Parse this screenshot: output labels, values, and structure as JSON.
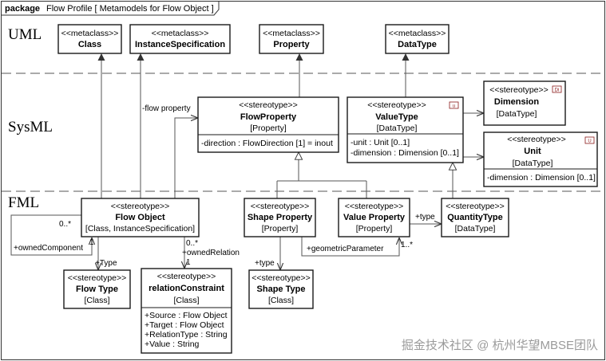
{
  "frame": {
    "keyword": "package",
    "title": "Flow Profile [ Metamodels for Flow Object ]"
  },
  "layers": {
    "uml": "UML",
    "sysml": "SysML",
    "fml": "FML"
  },
  "elements": {
    "mc_class": {
      "stereotype": "<<metaclass>>",
      "name": "Class"
    },
    "mc_instance": {
      "stereotype": "<<metaclass>>",
      "name": "InstanceSpecification"
    },
    "mc_property": {
      "stereotype": "<<metaclass>>",
      "name": "Property"
    },
    "mc_datatype": {
      "stereotype": "<<metaclass>>",
      "name": "DataType"
    },
    "flow_property": {
      "stereotype": "<<stereotype>>",
      "name": "FlowProperty",
      "type": "[Property]",
      "attributes": [
        "-direction : FlowDirection [1] = inout"
      ]
    },
    "value_type": {
      "stereotype": "<<stereotype>>",
      "name": "ValueType",
      "type": "[DataType]",
      "icon": "u",
      "attributes": [
        "-unit : Unit [0..1]",
        "-dimension : Dimension [0..1]"
      ]
    },
    "dimension": {
      "stereotype": "<<stereotype>>",
      "name": "Dimension",
      "type": "[DataType]",
      "icon": "Di"
    },
    "unit": {
      "stereotype": "<<stereotype>>",
      "name": "Unit",
      "type": "[DataType]",
      "icon": "U",
      "attributes": [
        "-dimension : Dimension [0..1]"
      ]
    },
    "flow_object": {
      "stereotype": "<<stereotype>>",
      "name": "Flow Object",
      "type": "[Class, InstanceSpecification]"
    },
    "shape_property": {
      "stereotype": "<<stereotype>>",
      "name": "Shape Property",
      "type": "[Property]"
    },
    "value_property": {
      "stereotype": "<<stereotype>>",
      "name": "Value Property",
      "type": "[Property]"
    },
    "quantity_type": {
      "stereotype": "<<stereotype>>",
      "name": "QuantityType",
      "type": "[DataType]"
    },
    "flow_type": {
      "stereotype": "<<stereotype>>",
      "name": "Flow Type",
      "type": "[Class]"
    },
    "relation_constraint": {
      "stereotype": "<<stereotype>>",
      "name": "relationConstraint",
      "type": "[Class]",
      "attributes": [
        "+Source : Flow Object",
        "+Target : Flow Object",
        "+RelationType : String",
        "+Value : String"
      ]
    },
    "shape_type": {
      "stereotype": "<<stereotype>>",
      "name": "Shape Type",
      "type": "[Class]"
    }
  },
  "labels": {
    "flow_property": "-flow property",
    "owned_mult": "0..*",
    "owned_component": "+ownedComponent",
    "owned_one": "1",
    "fo_type": "+Type",
    "rel_mult": "0..*",
    "owned_relation": "+ownedRelation",
    "rel_one": "1",
    "sp_type": "+type",
    "geometric_parameter": "+geometricParameter",
    "geo_mult": "1..*",
    "vp_type": "+type"
  },
  "watermark": "掘金技术社区 @ 杭州华望MBSE团队"
}
